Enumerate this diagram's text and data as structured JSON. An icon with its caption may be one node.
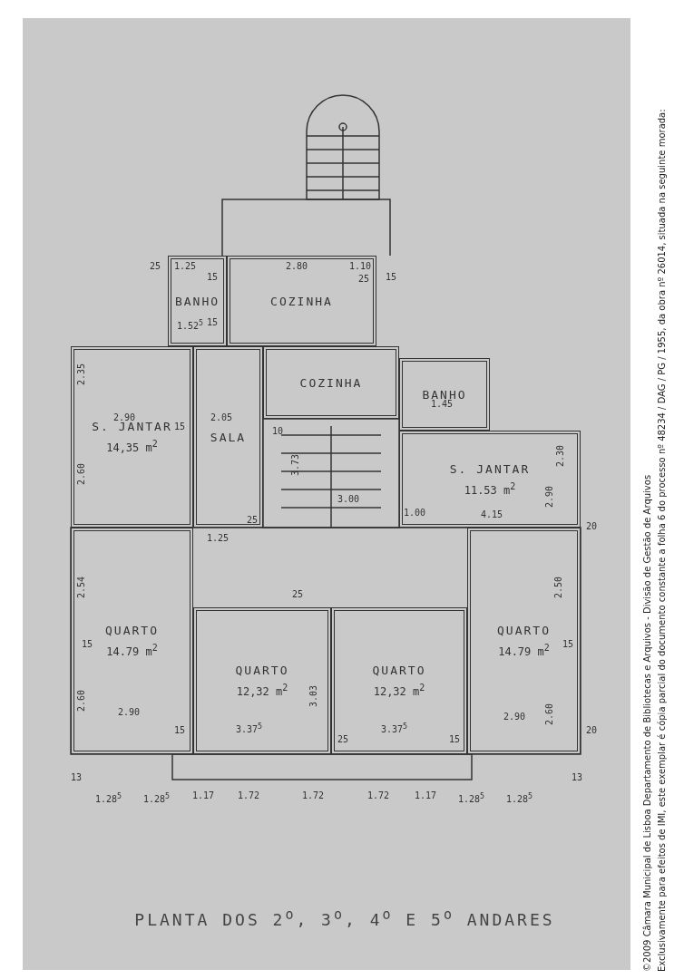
{
  "diagram": {
    "title": "PLANTA DOS 2$^{o}$, 3$^{o}$, 4$^{o}$ E 5$^{o}$ ANDARES",
    "nodes": [
      {
        "text": [
          "BANHO"
        ]
      },
      {
        "text": [
          "COZINHA"
        ]
      },
      {
        "text": [
          "COZINHA"
        ]
      },
      {
        "text": [
          "S. JANTAR",
          "14,35 m$^{2}$"
        ]
      },
      {
        "text": [
          "SALA"
        ]
      },
      {
        "text": [
          "BANHO"
        ]
      },
      {
        "text": [
          "S. JANTAR",
          "11.53 m$^{2}$"
        ]
      },
      {
        "text": [
          "QUARTO",
          "14.79 m$^{2}$"
        ]
      },
      {
        "text": [
          "QUARTO",
          "12,32 m$^{2}$"
        ]
      },
      {
        "text": [
          "QUARTO",
          "12,32 m$^{2}$"
        ]
      },
      {
        "text": [
          "QUARTO",
          "14.79 m$^{2}$"
        ]
      }
    ],
    "labels": [
      "25",
      "1.25",
      "2.80",
      "15",
      "1.10",
      "25",
      "15",
      "1.52$^{5}$",
      "15",
      "2.35",
      "2.90",
      "15",
      "2.05",
      "10",
      "2.60",
      "1.25",
      "3.73",
      "3.00",
      "25",
      "1.45",
      "2.30",
      "2.90",
      "1.00",
      "4.15",
      "20",
      "2.54",
      "15",
      "2.60",
      "2.90",
      "15",
      "25",
      "3.03",
      "3.37$^{5}$",
      "25",
      "3.37$^{5}$",
      "15",
      "2.50",
      "15",
      "2.60",
      "2.90",
      "20",
      "13",
      "1.28$^{5}$",
      "1.28$^{5}$",
      "1.17",
      "1.72",
      "1.72",
      "1.72",
      "1.17",
      "1.28$^{5}$",
      "1.28$^{5}$",
      "13",
      "©2009 Câmara Municipal de Lisboa Departamento de Bibliotecas e Arquivos - Divisão de Gestão de Arquivos",
      "Exclusivamente para efeitos de IMI, este exemplar é cópia parcial do documento constante a folha 6 do processo nº 48234 / DAG / PG / 1955, da obra nº 26014, situada na seguinte morada:"
    ]
  }
}
